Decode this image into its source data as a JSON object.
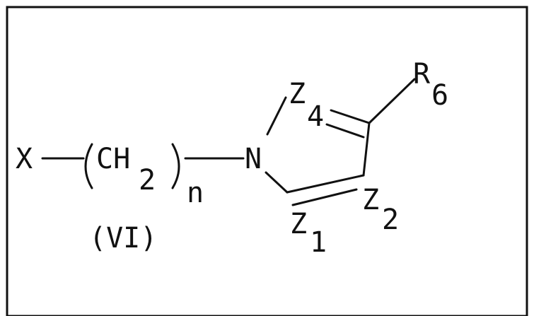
{
  "figure": {
    "label": "(VI)",
    "atoms": {
      "x": "X",
      "ch": "CH",
      "ch_sub": "2",
      "n_sub": "n",
      "nitrogen": "N",
      "z4": "Z",
      "z4_sub": "4",
      "r6": "R",
      "r6_sub": "6",
      "z2": "Z",
      "z2_sub": "2",
      "z1": "Z",
      "z1_sub": "1"
    }
  }
}
